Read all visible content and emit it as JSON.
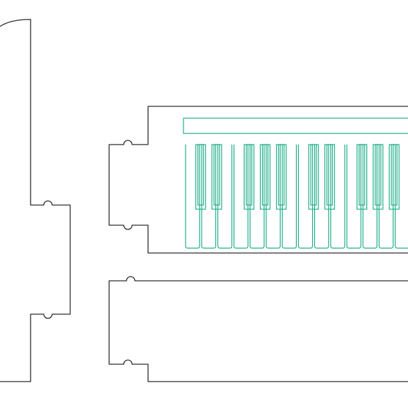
{
  "diagram": {
    "kind": "laser-cut-template",
    "colors": {
      "cut_line": "#2b2b2b",
      "engrave_line": "#1fae8a",
      "background": "#ffffff"
    },
    "parts": [
      {
        "name": "side-panel",
        "line": "cut"
      },
      {
        "name": "top-panel",
        "line": "cut"
      },
      {
        "name": "bottom-panel",
        "line": "cut"
      }
    ],
    "keyboard": {
      "white_keys_visible": 14,
      "black_key_pattern": [
        1,
        1,
        0,
        1,
        1,
        1,
        0
      ]
    }
  }
}
